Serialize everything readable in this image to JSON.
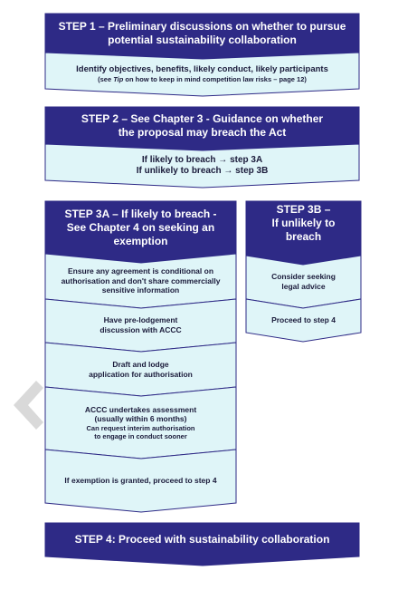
{
  "colors": {
    "dark_fill": "#2e2a86",
    "light_fill": "#dff5f8",
    "outline": "#2e2a86",
    "chevron": "#d9d9d9"
  },
  "step1": {
    "title": [
      "STEP 1 – Preliminary discussions on whether to pursue",
      "potential sustainability collaboration"
    ],
    "body": "Identify objectives, benefits, likely conduct, likely participants",
    "note_before": "(see ",
    "note_tip": "Tip",
    "note_after": " on how to keep in mind competition law risks – page 12)"
  },
  "step2": {
    "title": [
      "STEP 2 – See Chapter 3 - Guidance on whether",
      "the proposal may breach the Act"
    ],
    "body": [
      "If likely to breach → step 3A",
      "If unlikely to breach → step 3B"
    ]
  },
  "step3a": {
    "title": [
      "STEP 3A – If likely to breach -",
      "See Chapter 4 on seeking an",
      "exemption"
    ],
    "items": [
      [
        "Ensure any agreement is conditional on",
        "authorisation and don't share commercially",
        "sensitive information"
      ],
      [
        "Have pre-lodgement",
        "discussion with ACCC"
      ],
      [
        "Draft and lodge",
        "application for authorisation"
      ]
    ],
    "assessment": [
      "ACCC undertakes assessment",
      "(usually within 6 months)"
    ],
    "assessment_note": [
      "Can request interim authorisation",
      "to engage in conduct sooner"
    ],
    "final": "If exemption is granted, proceed to step 4"
  },
  "step3b": {
    "title": [
      "STEP 3B –",
      "If unlikely to breach"
    ],
    "items": [
      [
        "Consider seeking",
        "legal advice"
      ],
      [
        "Proceed to step 4"
      ]
    ]
  },
  "step4": {
    "title": "STEP 4: Proceed with sustainability collaboration"
  }
}
